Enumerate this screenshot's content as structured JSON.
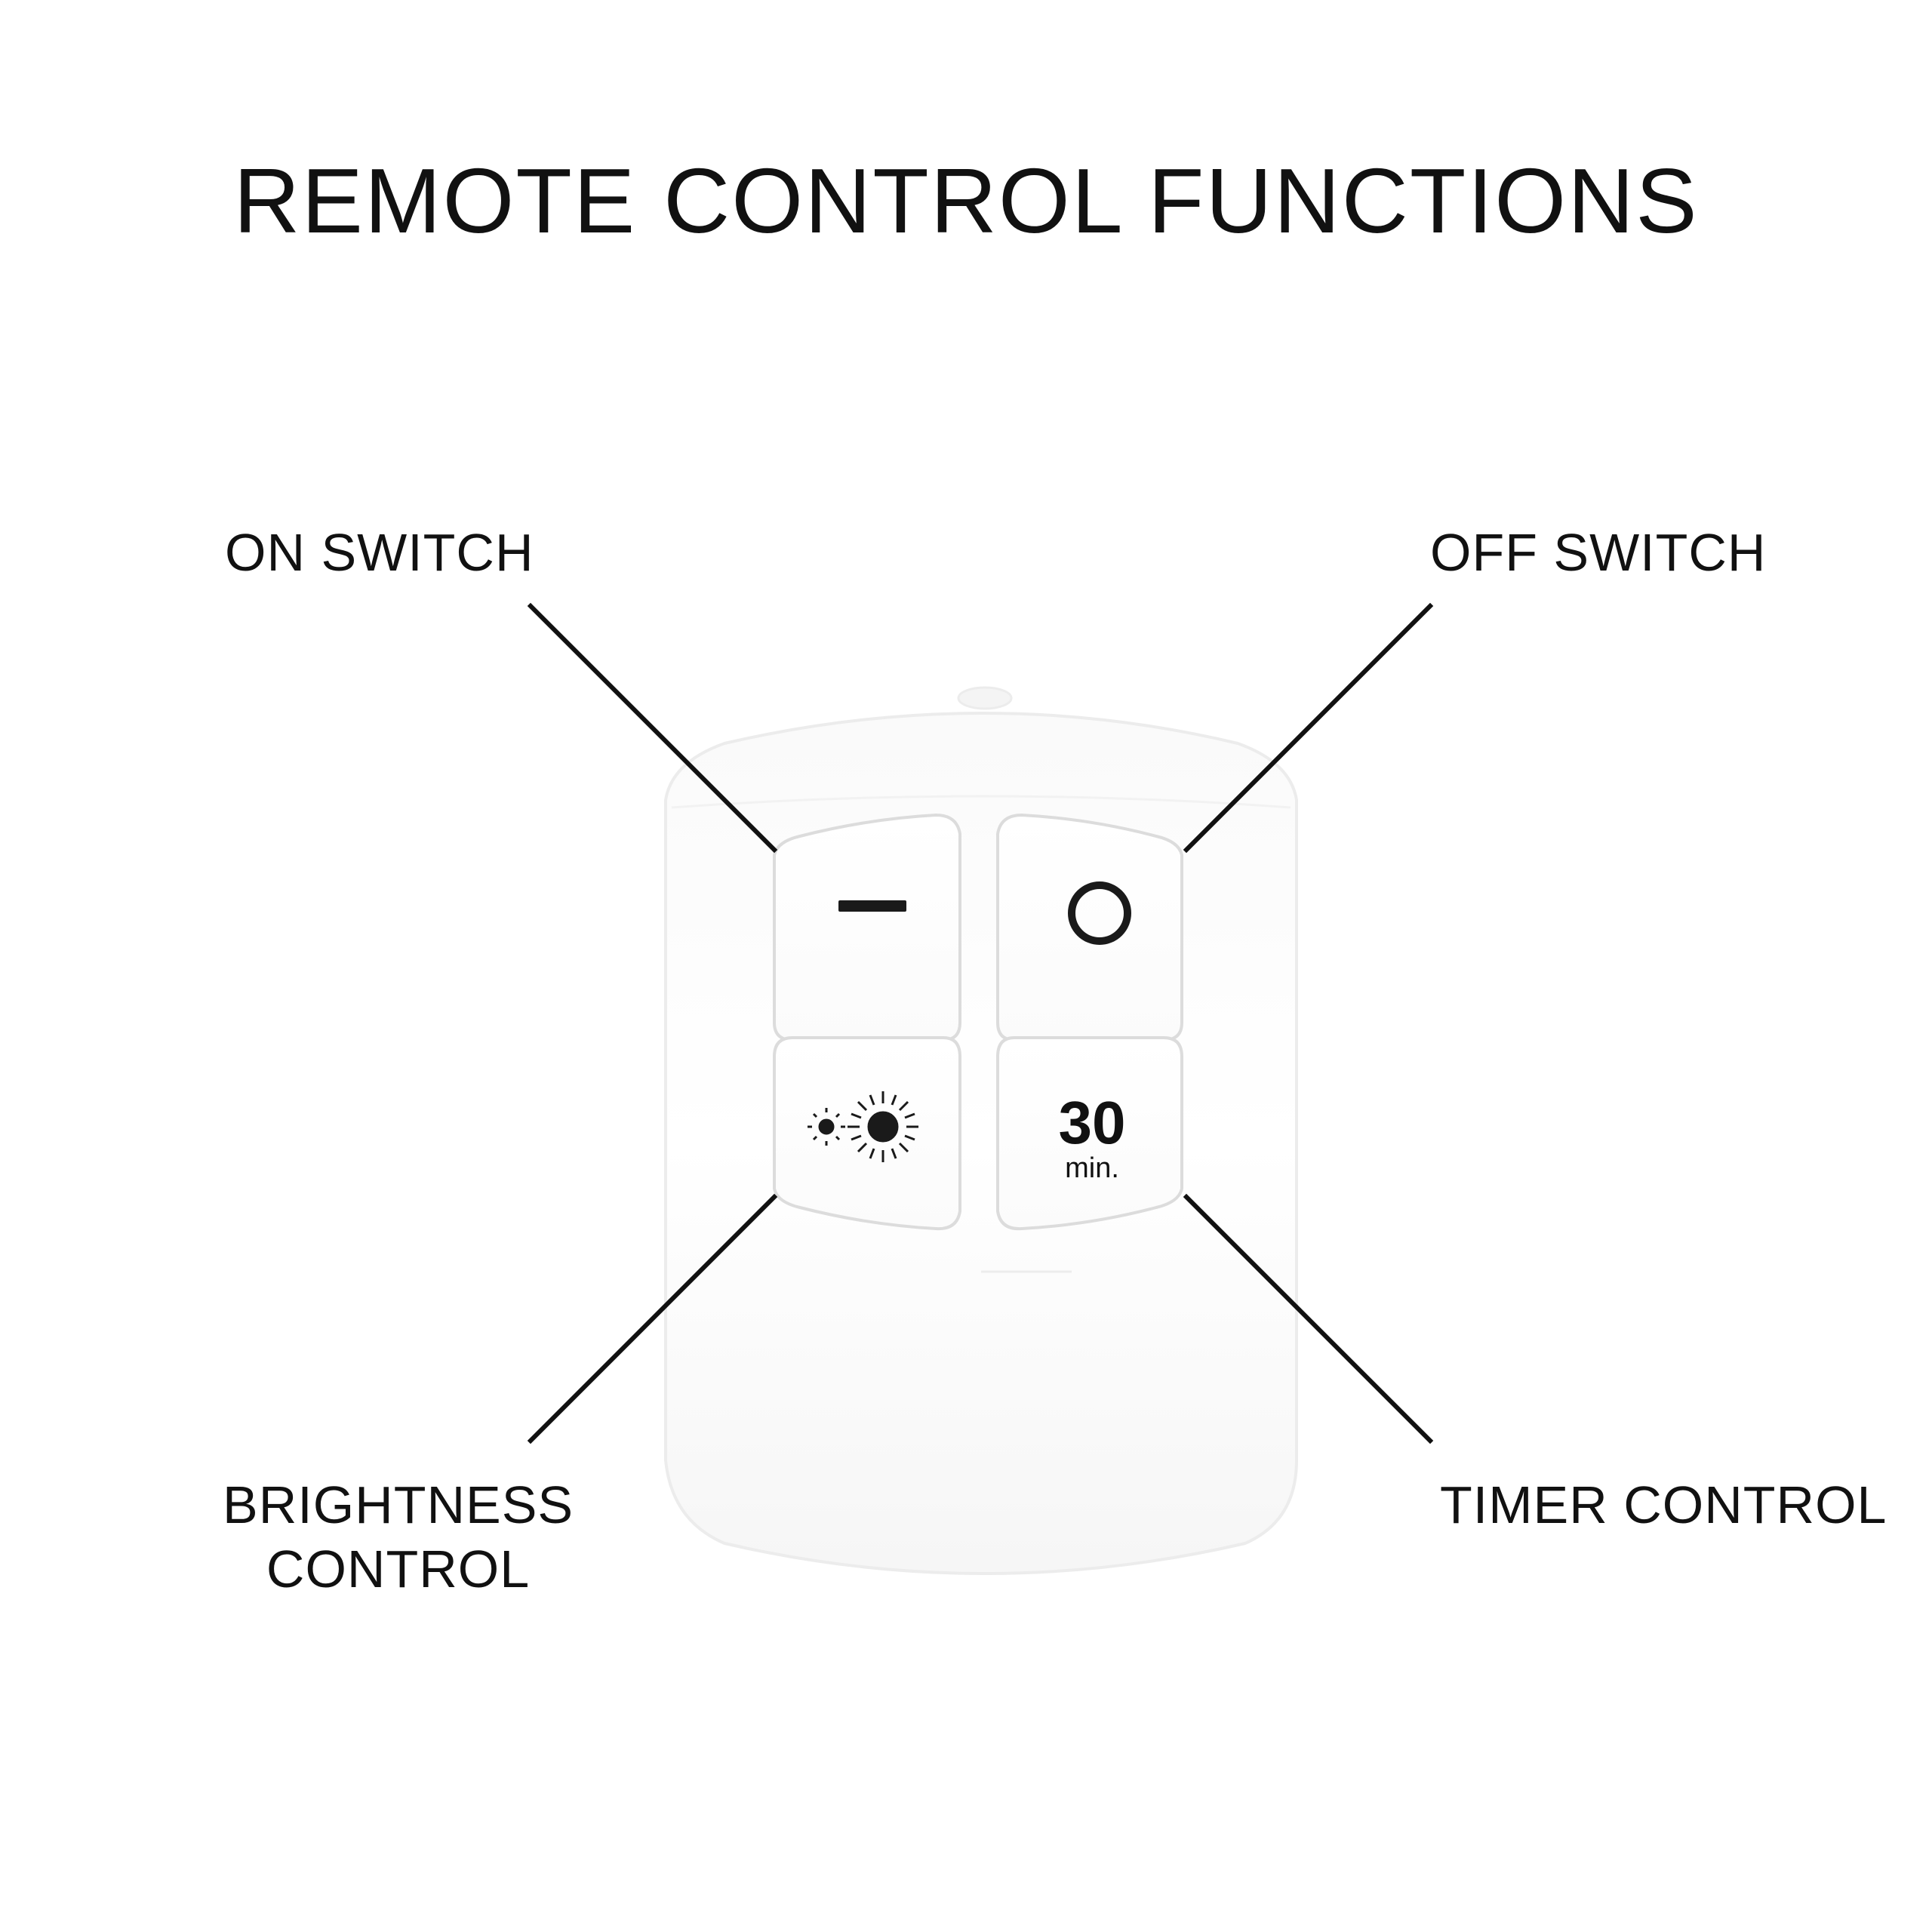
{
  "title": "REMOTE CONTROL FUNCTIONS",
  "labels": {
    "on": "ON SWITCH",
    "off": "OFF SWITCH",
    "brightness_line1": "BRIGHTNESS",
    "brightness_line2": "CONTROL",
    "timer": "TIMER CONTROL"
  },
  "buttons": {
    "on_icon": "minus-bar-icon",
    "off_icon": "circle-icon",
    "brightness_icon": "sun-brightness-icon",
    "timer_value": "30",
    "timer_unit": "min."
  },
  "colors": {
    "background": "#ffffff",
    "text": "#111111",
    "remote_body": "#fdfdfd",
    "remote_edge": "#e6e6e6"
  }
}
